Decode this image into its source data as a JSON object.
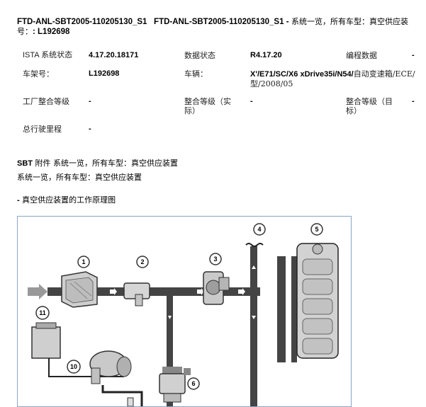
{
  "header": {
    "title_part1": "FTD-ANL-SBT2005-110205130_S1",
    "title_part2": "FTD-ANL-SBT2005-110205130_S1 -",
    "title_cn": " 系统一览，所有车型：真空供应装",
    "title_line2_cn": "号：",
    "title_line2": ": L192698"
  },
  "info": {
    "ista_label": "ISTA 系统状态",
    "ista_value": "4.17.20.18171",
    "data_status_label": "数据状态",
    "data_status_value": "R4.17.20",
    "programming_label": "编程数据",
    "programming_value": "-",
    "vin_label": "车架号：",
    "vin_value": "L192698",
    "vehicle_label": "车辆：",
    "vehicle_value_line1": "X'/E71/SC/X6 xDrive35i/N54/",
    "vehicle_value_line1_cn": "自动变速箱/ECE/",
    "vehicle_value_line2": "型/2008/05",
    "factory_label": "工厂整合等级",
    "factory_value": "-",
    "integration_actual_label_1": "整合等级（实",
    "integration_actual_label_2": "际）",
    "integration_actual_value": "-",
    "integration_target_label_1": "整合等级（目",
    "integration_target_label_2": "标）",
    "integration_target_value": "-",
    "mileage_label": "总行驶里程",
    "mileage_value": "-"
  },
  "section": {
    "sbt_bold": "SBT",
    "sbt_text": " 附件 系统一览，所有车型：真空供应装置",
    "subtitle": "系统一览，所有车型：真空供应装置",
    "diagram_heading_dash": "-",
    "diagram_heading": " 真空供应装置的工作原理图"
  },
  "diagram": {
    "callouts": [
      "1",
      "2",
      "3",
      "4",
      "5",
      "6",
      "10",
      "11"
    ]
  }
}
